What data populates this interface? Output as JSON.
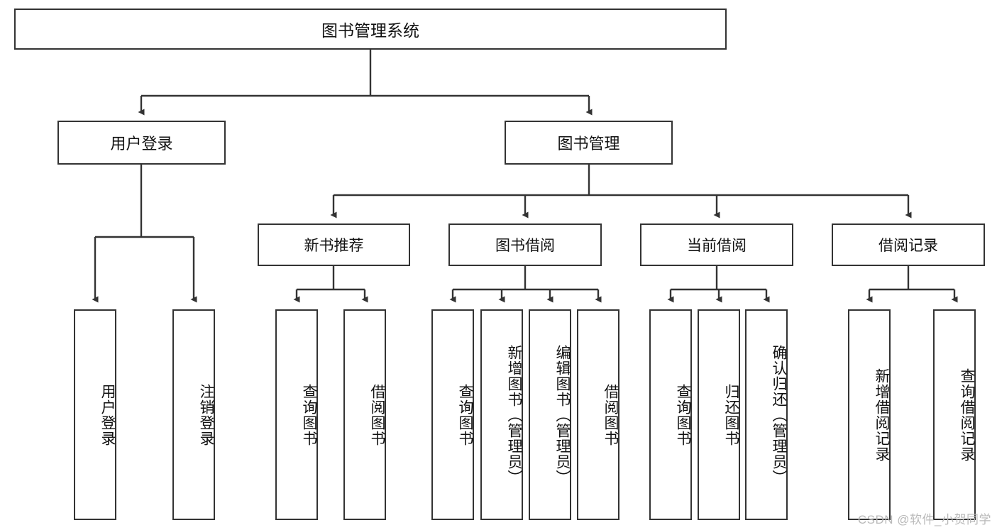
{
  "diagram": {
    "title": "图书管理系统",
    "type": "tree-hierarchy-diagram",
    "colors": {
      "box_border": "#333333",
      "box_fill": "#ffffff",
      "edge": "#333333",
      "text": "#111111",
      "watermark": "#b9b9b9"
    },
    "root": {
      "label": "图书管理系统"
    },
    "level2": [
      {
        "label": "用户登录"
      },
      {
        "label": "图书管理"
      }
    ],
    "level3": [
      {
        "label": "新书推荐"
      },
      {
        "label": "图书借阅"
      },
      {
        "label": "当前借阅"
      },
      {
        "label": "借阅记录"
      }
    ],
    "leaves": {
      "user_login": [
        {
          "label": "用户登录"
        },
        {
          "label": "注销登录"
        }
      ],
      "new_book_recommend": [
        {
          "label": "查询图书"
        },
        {
          "label": "借阅图书"
        }
      ],
      "book_borrow": [
        {
          "label": "查询图书"
        },
        {
          "label": "新增图书（管理员）"
        },
        {
          "label": "编辑图书（管理员）"
        },
        {
          "label": "借阅图书"
        }
      ],
      "current_borrow": [
        {
          "label": "查询图书"
        },
        {
          "label": "归还图书"
        },
        {
          "label": "确认归还（管理员）"
        }
      ],
      "borrow_record": [
        {
          "label": "新增借阅记录"
        },
        {
          "label": "查询借阅记录"
        }
      ]
    },
    "watermark": "CSDN @软件_小贺同学"
  }
}
